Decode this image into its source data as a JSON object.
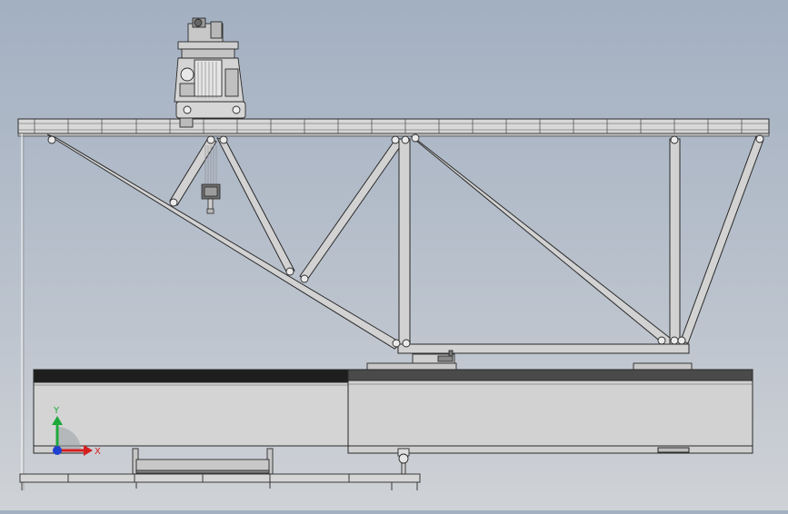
{
  "view": {
    "background_top": "#a3b0c2",
    "background_bottom": "#cfd2d6",
    "model_fill": "#d6d6d6",
    "edge_color": "#2a2a2a"
  },
  "triad": {
    "x_label": "X",
    "y_label": "Y",
    "x_color": "#d62020",
    "y_color": "#1ea83a",
    "z_color": "#2040d0"
  },
  "icons": [
    "gantry-crane-model",
    "hoist-trolley",
    "hook-block",
    "coordinate-triad-icon"
  ]
}
